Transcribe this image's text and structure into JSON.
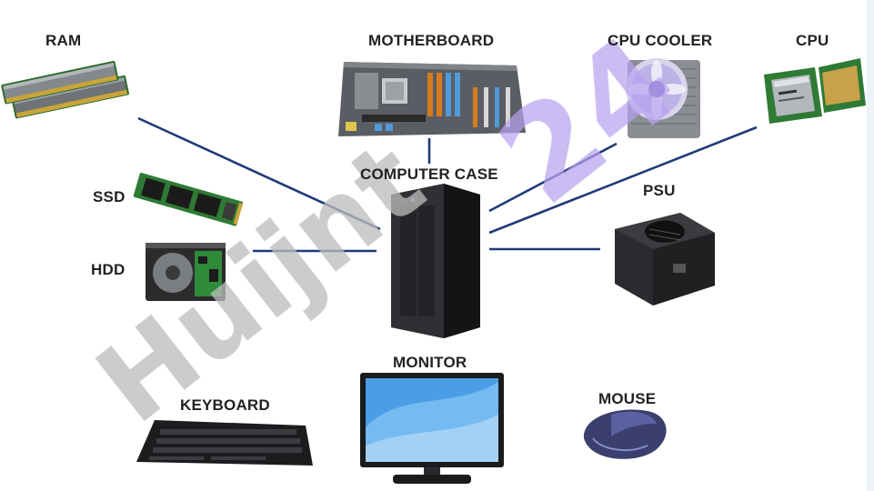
{
  "labels": {
    "ram": "RAM",
    "motherboard": "MOTHERBOARD",
    "cpu_cooler": "CPU COOLER",
    "cpu": "CPU",
    "computer_case": "COMPUTER CASE",
    "ssd": "SSD",
    "psu": "PSU",
    "hdd": "HDD",
    "monitor": "MONITOR",
    "keyboard": "KEYBOARD",
    "mouse": "MOUSE"
  },
  "watermark": {
    "gray_text": "Huijnt",
    "purple_text": "24"
  },
  "colors": {
    "connector": "#1f3a78",
    "label": "#222222",
    "watermark_gray": "#bdbdbd",
    "watermark_purple": "#b9a3f0"
  }
}
